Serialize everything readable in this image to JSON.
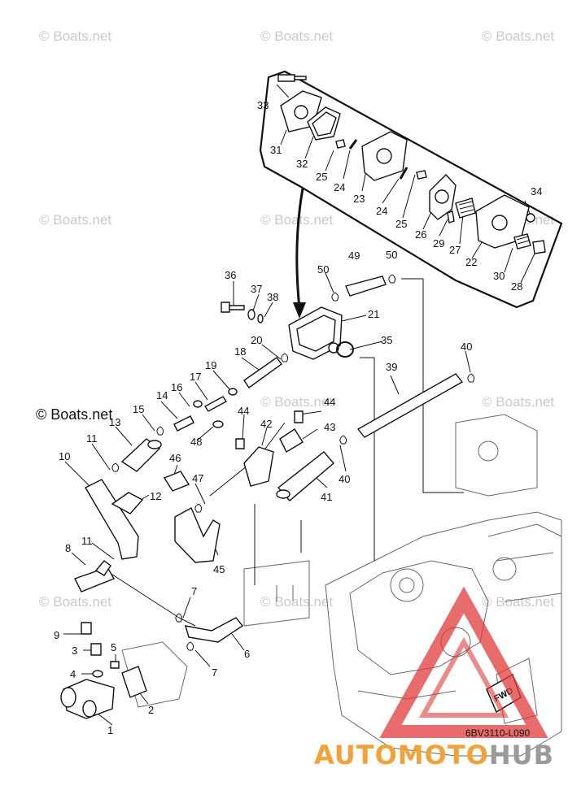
{
  "watermark_text": "© Boats.net",
  "note_text": "© Boats.net",
  "figure_code": "6BV3110-L090",
  "brand": {
    "part1": "AUTOMOTO",
    "part2": "HUB",
    "color1": "#f2a23a",
    "color2": "#9a9a9a"
  },
  "fwd_label": "FWD",
  "callouts": [
    "1",
    "2",
    "3",
    "4",
    "5",
    "6",
    "7",
    "7",
    "8",
    "9",
    "10",
    "11",
    "11",
    "12",
    "13",
    "14",
    "15",
    "16",
    "17",
    "18",
    "19",
    "20",
    "21",
    "22",
    "23",
    "24",
    "24",
    "25",
    "25",
    "26",
    "27",
    "28",
    "29",
    "30",
    "31",
    "32",
    "33",
    "34",
    "35",
    "36",
    "37",
    "38",
    "39",
    "40",
    "40",
    "41",
    "42",
    "43",
    "44",
    "44",
    "45",
    "46",
    "47",
    "48",
    "49",
    "50",
    "50"
  ]
}
